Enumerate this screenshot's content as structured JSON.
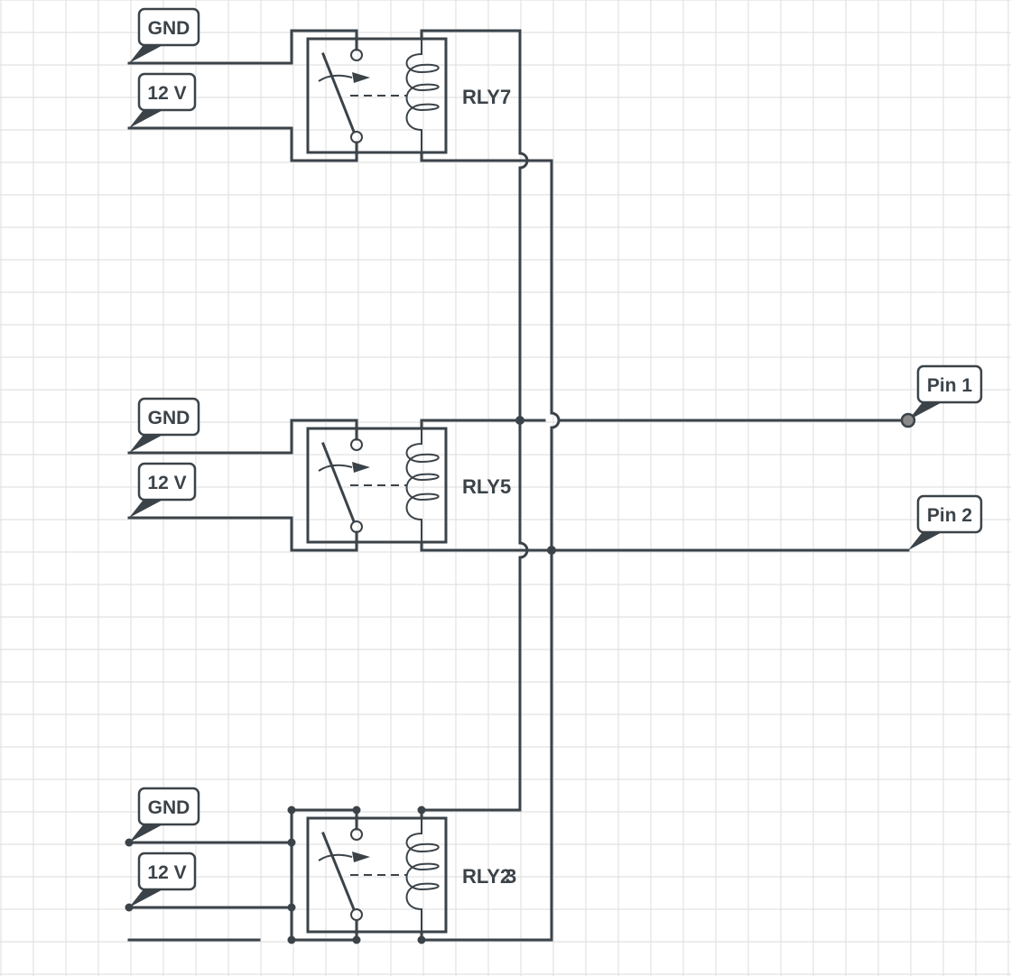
{
  "diagram": {
    "title": "Relay schematic",
    "colors": {
      "line": "#3b4349",
      "grid": "#e2e2e2",
      "background": "#ffffff",
      "pin_dot": "#8a8a8a"
    },
    "relays": [
      {
        "id": "rly7",
        "label": "RLY7",
        "gnd_label": "GND",
        "v_label": "12 V"
      },
      {
        "id": "rly5",
        "label": "RLY5",
        "gnd_label": "GND",
        "v_label": "12 V"
      },
      {
        "id": "rly2",
        "label": "RLY2",
        "overlap_label": "3",
        "gnd_label": "GND",
        "v_label": "12 V"
      }
    ],
    "pins": [
      {
        "id": "pin1",
        "label": "Pin 1"
      },
      {
        "id": "pin2",
        "label": "Pin 2"
      }
    ]
  }
}
